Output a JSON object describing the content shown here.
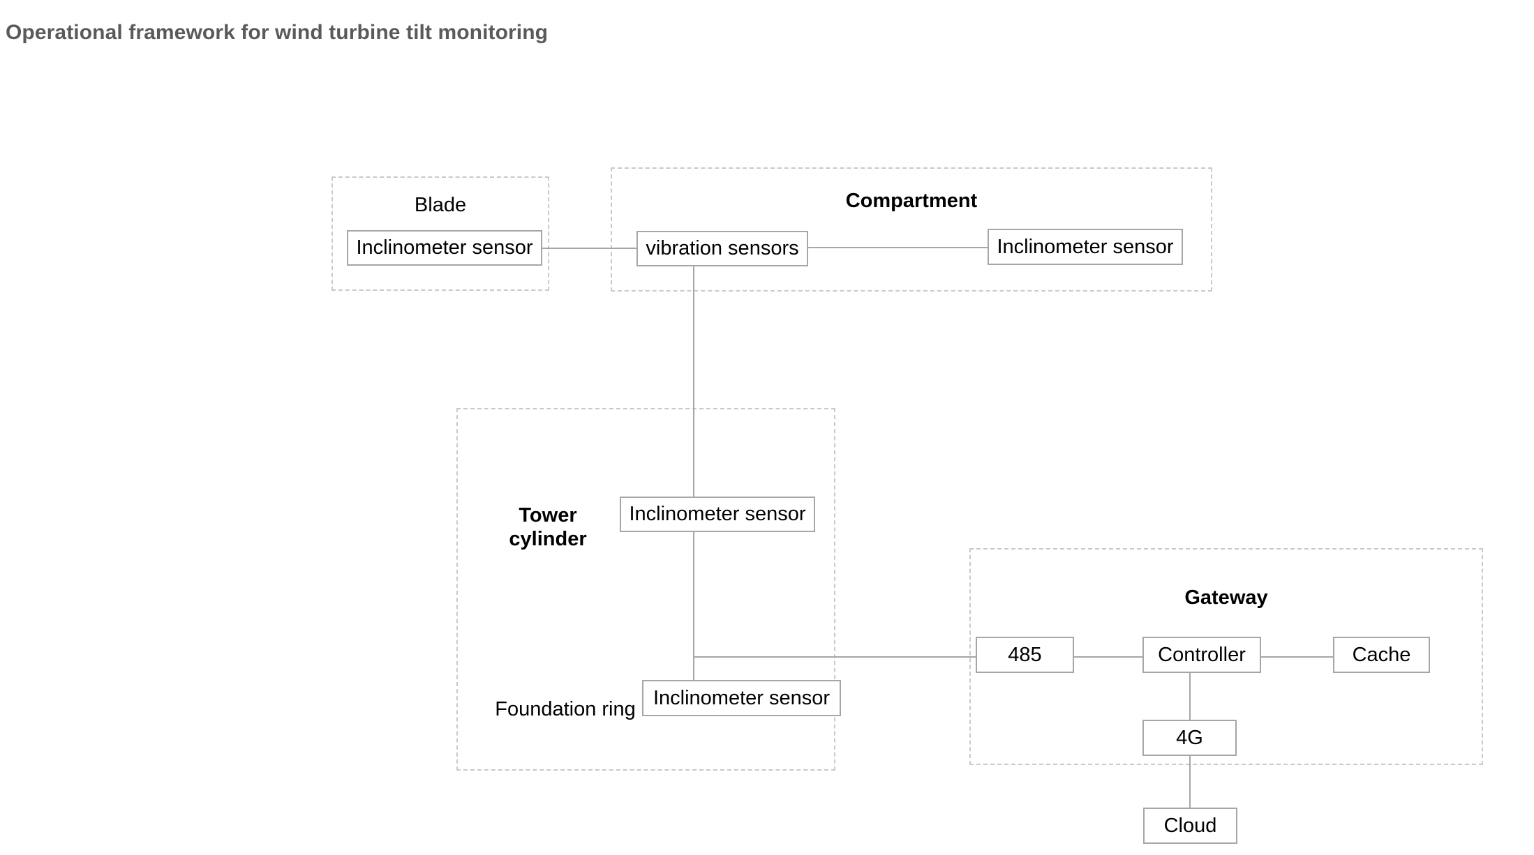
{
  "title": "Operational framework for wind turbine tilt monitoring",
  "colors": {
    "title": "#5a5a5a",
    "group_border": "#c9c9c9",
    "node_border": "#a6a6a6",
    "connector": "#a6a6a6",
    "node_text": "#000000",
    "background": "#ffffff"
  },
  "groups": {
    "blade": {
      "label": "Blade",
      "bold": false,
      "nodes": {
        "inclinometer": "Inclinometer sensor"
      }
    },
    "compartment": {
      "label": "Compartment",
      "bold": true,
      "nodes": {
        "vibration": "vibration sensors",
        "inclinometer": "Inclinometer sensor"
      }
    },
    "tower_cylinder": {
      "label_line1": "Tower",
      "label_line2": "cylinder",
      "bold": true,
      "foundation_label": "Foundation ring",
      "foundation_bold": false,
      "nodes": {
        "inclinometer_tower": "Inclinometer sensor",
        "inclinometer_foundation": "Inclinometer sensor"
      }
    },
    "gateway": {
      "label": "Gateway",
      "bold": true,
      "nodes": {
        "rs485": "485",
        "controller": "Controller",
        "cache": "Cache",
        "lte": "4G"
      }
    }
  },
  "external": {
    "cloud": "Cloud"
  }
}
